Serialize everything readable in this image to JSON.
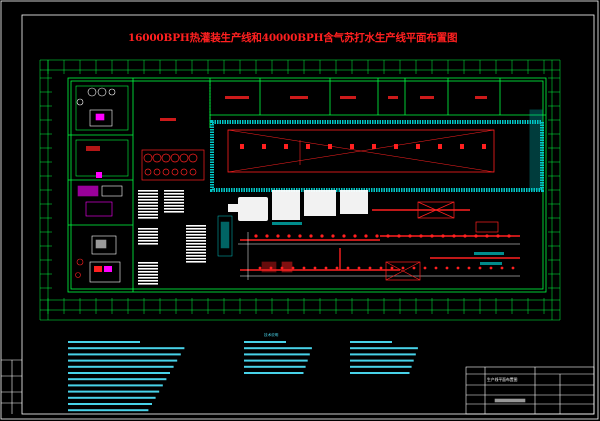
{
  "drawing": {
    "title": "16000BPH热灌装生产线和40000BPH含气苏打水生产线平面布置图",
    "title_color": "#ff2020",
    "background": "#000000",
    "line_colors": {
      "frame": "#ffffff",
      "walls": "#00ff40",
      "conveyor": "#00c8c8",
      "equipment": "#ff2020",
      "notes": "#48d2e8",
      "accent": "#ff00ff"
    }
  },
  "notes": {
    "heading": "技术说明"
  },
  "title_block": {
    "name": "生产线平面布置图"
  }
}
